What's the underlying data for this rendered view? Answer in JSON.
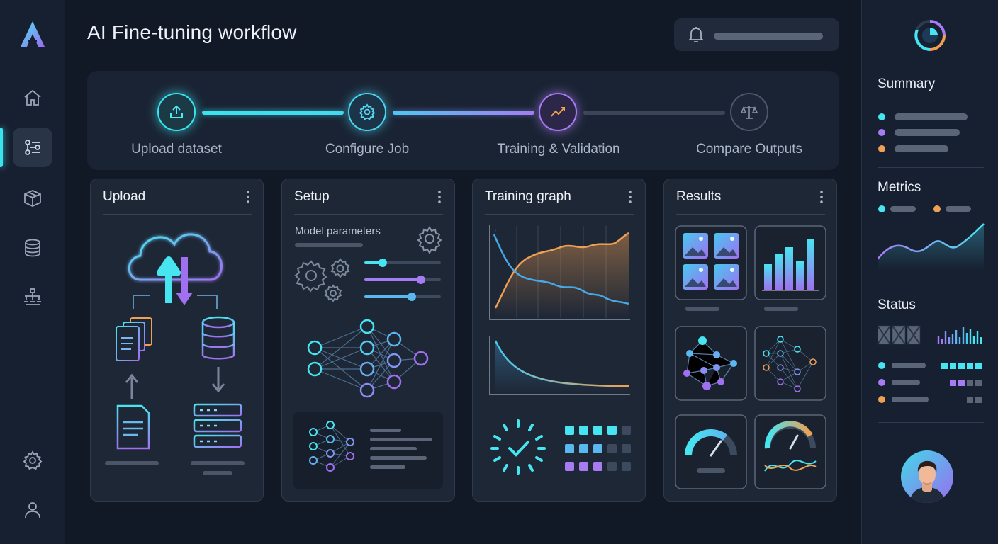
{
  "app": {
    "title": "AI Fine-tuning workflow",
    "accent_colors": {
      "cyan": "#3be3ee",
      "purple": "#a77bf3",
      "orange": "#f0a052"
    }
  },
  "rail": {
    "items": [
      {
        "icon": "logo-icon"
      },
      {
        "icon": "home-icon"
      },
      {
        "icon": "workflow-icon",
        "active": true
      },
      {
        "icon": "package-icon"
      },
      {
        "icon": "database-icon"
      },
      {
        "icon": "hierarchy-icon"
      },
      {
        "icon": "settings-icon"
      },
      {
        "icon": "user-icon"
      }
    ]
  },
  "stepper": {
    "steps": [
      {
        "label": "Upload dataset",
        "icon": "upload-icon",
        "state": "complete"
      },
      {
        "label": "Configure Job",
        "icon": "gear-icon",
        "state": "complete"
      },
      {
        "label": "Training & Validation",
        "icon": "trend-icon",
        "state": "current"
      },
      {
        "label": "Compare Outputs",
        "icon": "scale-icon",
        "state": "pending"
      }
    ]
  },
  "cards": {
    "upload": {
      "title": "Upload"
    },
    "setup": {
      "title": "Setup",
      "section_label": "Model parameters",
      "sliders": [
        0.24,
        0.74,
        0.62
      ]
    },
    "training": {
      "title": "Training graph"
    },
    "results": {
      "title": "Results"
    }
  },
  "sidebar": {
    "summary_title": "Summary",
    "metrics_title": "Metrics",
    "status_title": "Status"
  }
}
